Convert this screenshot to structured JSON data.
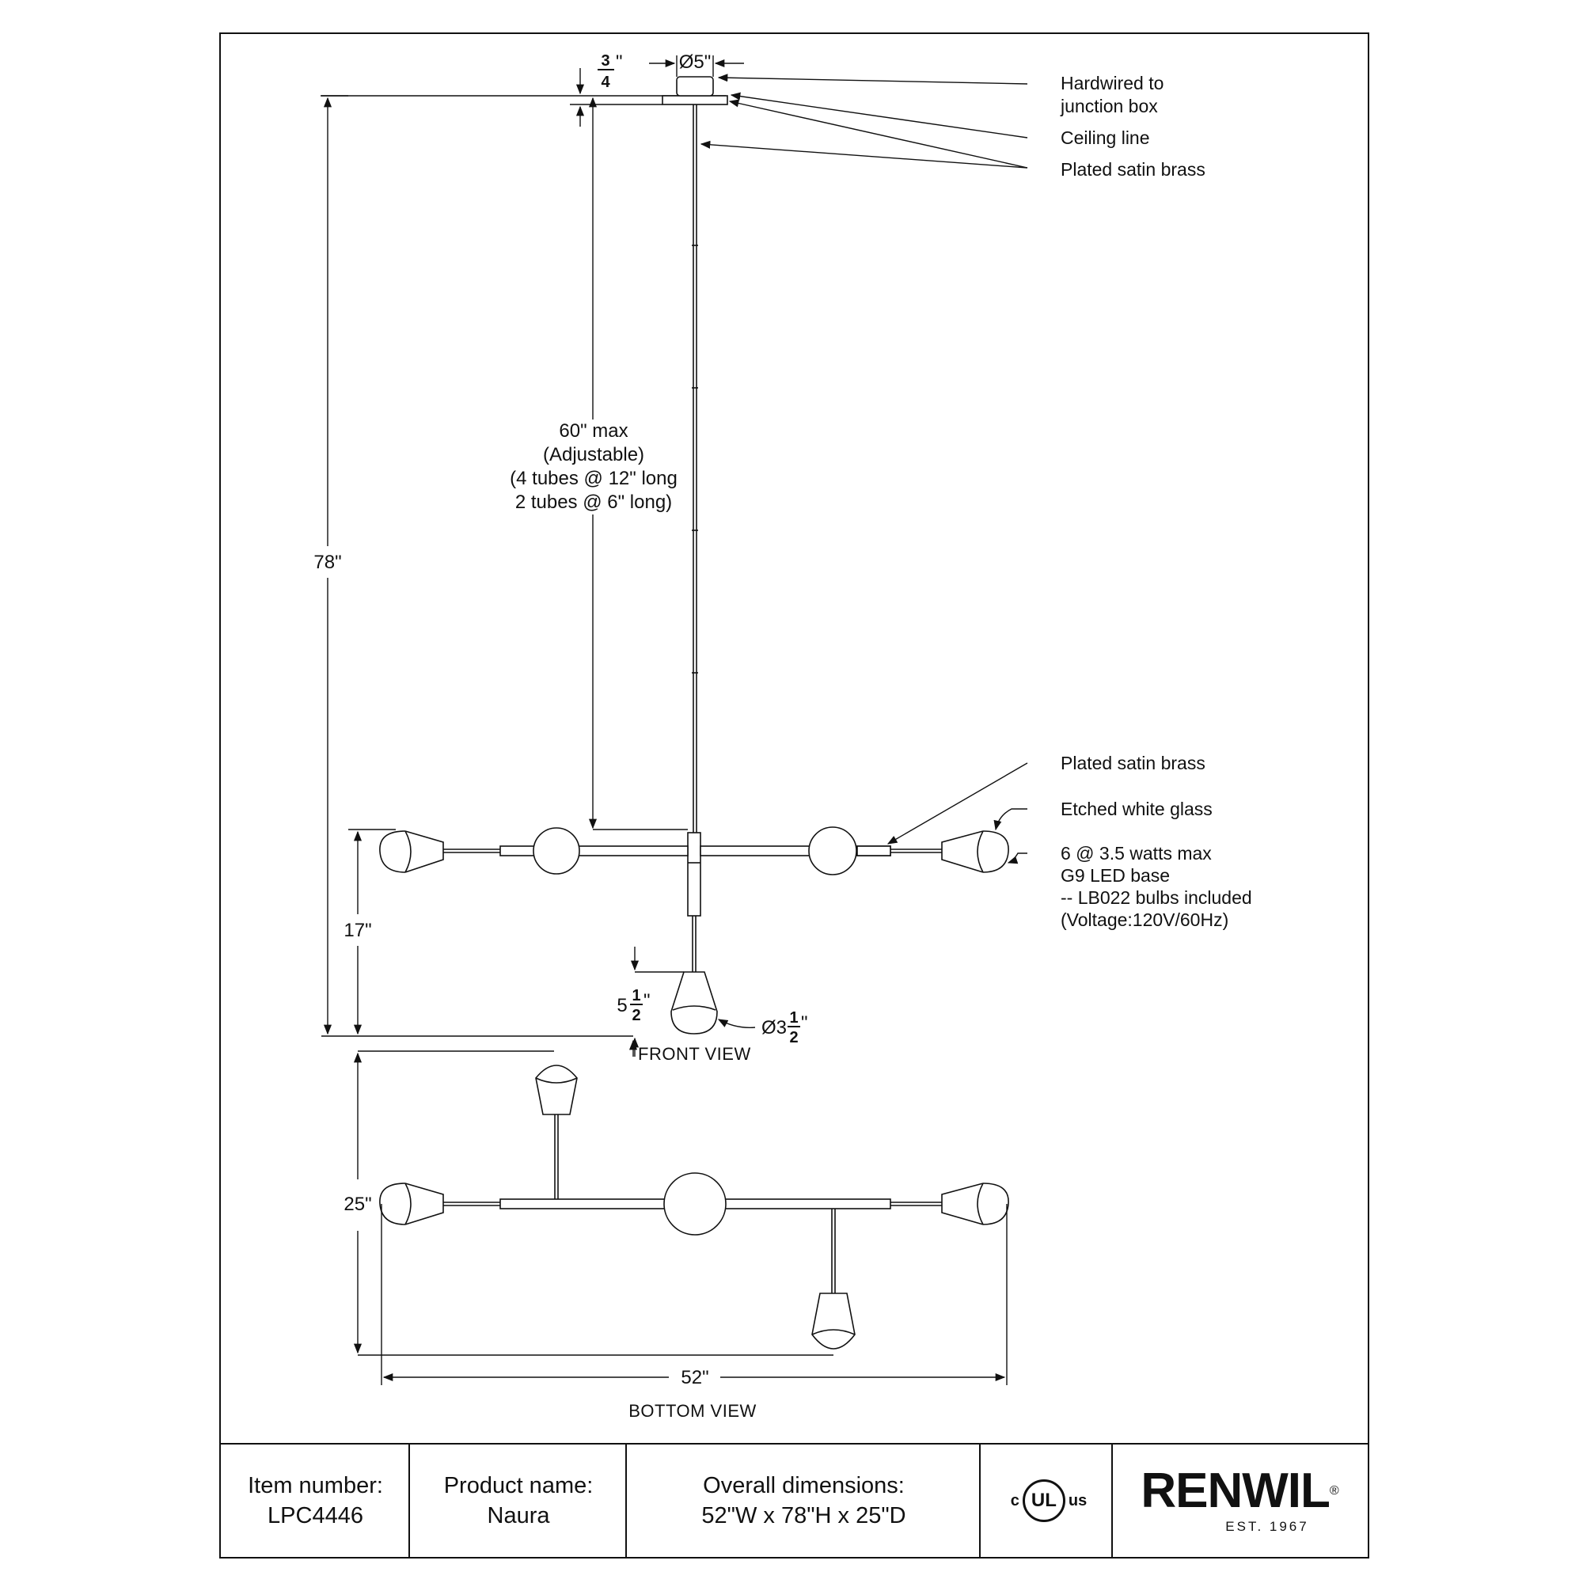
{
  "callouts": {
    "hardwired": [
      "Hardwired to",
      "junction box"
    ],
    "ceiling": "Ceiling line",
    "plated_top": "Plated satin brass",
    "plated_arm": "Plated satin brass",
    "glass": "Etched white glass",
    "bulb": [
      "6 @ 3.5 watts max",
      "G9 LED base",
      "-- LB022 bulbs included",
      "(Voltage:120V/60Hz)"
    ]
  },
  "dimensions": {
    "canopy_height_num": "3",
    "canopy_height_den": "4",
    "canopy_dia": "Ø5\"",
    "rod": [
      "60\" max",
      "(Adjustable)",
      "(4 tubes @ 12\" long",
      "2 tubes @ 6\" long)"
    ],
    "overall_height": "78\"",
    "body_height": "17\"",
    "shade_height_whole": "5",
    "shade_height_num": "1",
    "shade_height_den": "2",
    "shade_dia_whole": "Ø3",
    "shade_dia_num": "1",
    "shade_dia_den": "2",
    "depth": "25\"",
    "width": "52\""
  },
  "views": {
    "front": "FRONT VIEW",
    "bottom": "BOTTOM VIEW"
  },
  "title_block": {
    "item_label": "Item number:",
    "item_value": "LPC4446",
    "product_label": "Product name:",
    "product_value": "Naura",
    "dims_label": "Overall dimensions:",
    "dims_value": "52\"W x 78\"H x 25\"D",
    "cert_left": "c",
    "cert_mark": "UL",
    "cert_right": "us",
    "brand": "RENWIL",
    "brand_reg": "®",
    "brand_est": "EST. 1967"
  }
}
